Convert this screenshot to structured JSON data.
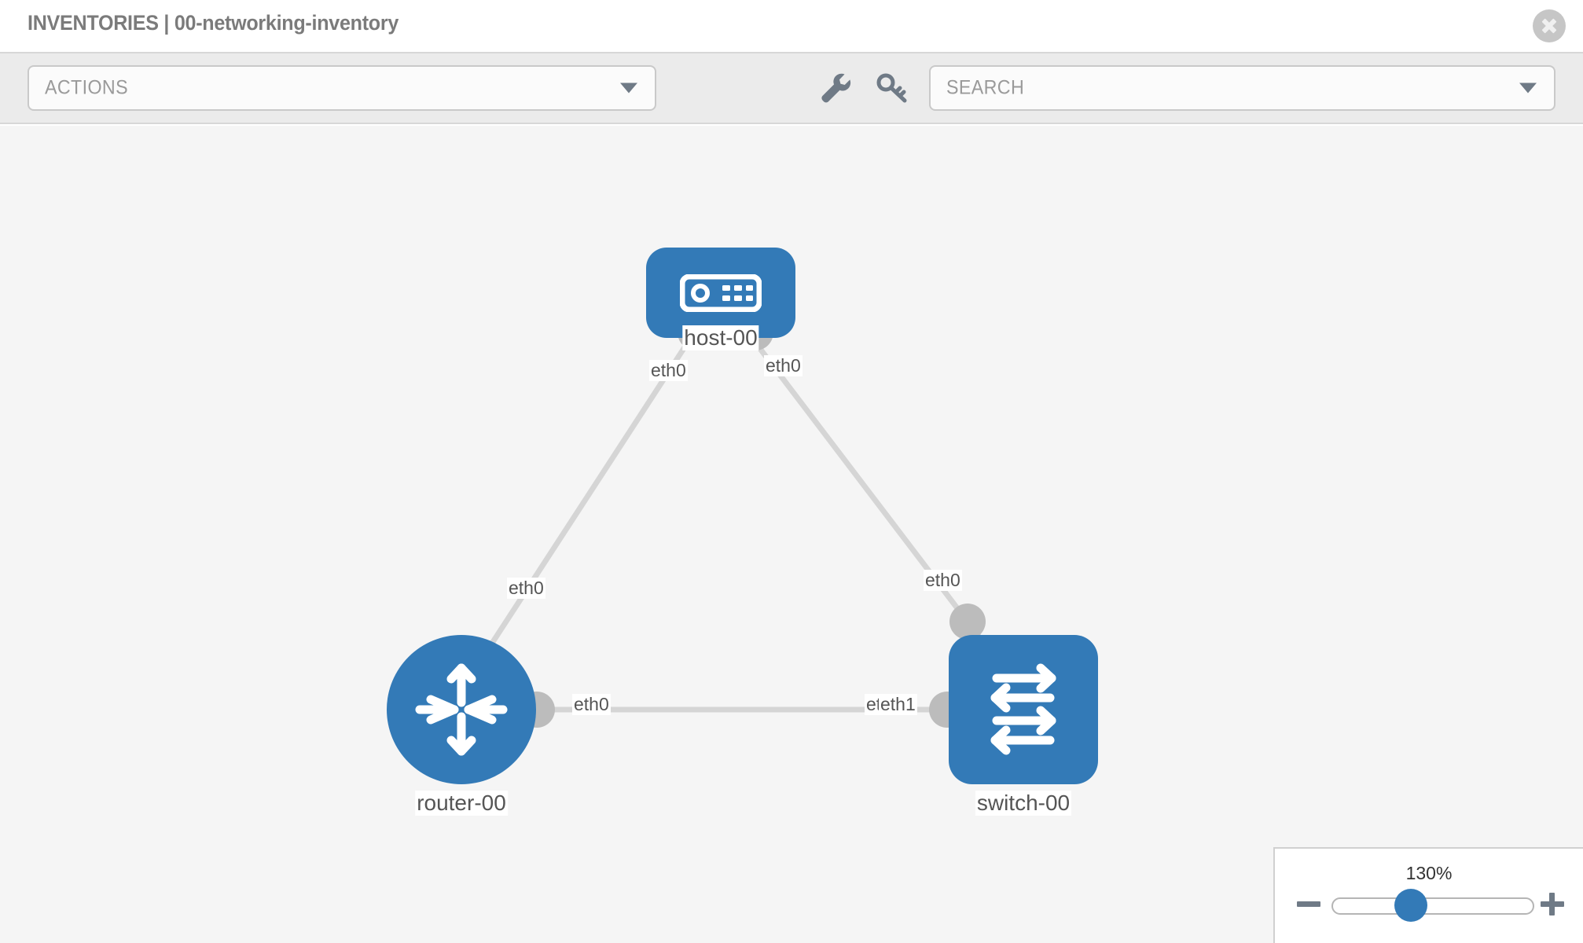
{
  "header": {
    "title": "INVENTORIES | 00-networking-inventory",
    "close_icon": "close-circle-icon"
  },
  "toolbar": {
    "actions_label": "ACTIONS",
    "actions_caret_icon": "chevron-down-icon",
    "wrench_icon": "wrench-icon",
    "key_icon": "key-icon",
    "search_placeholder": "SEARCH",
    "search_value": "",
    "search_caret_icon": "chevron-down-icon"
  },
  "topology": {
    "nodes": [
      {
        "id": "host-00",
        "label": "host-00",
        "type": "host",
        "icon": "server-icon",
        "color": "#337ab7"
      },
      {
        "id": "router-00",
        "label": "router-00",
        "type": "router",
        "icon": "router-arrows-icon",
        "color": "#337ab7"
      },
      {
        "id": "switch-00",
        "label": "switch-00",
        "type": "switch",
        "icon": "switch-arrows-icon",
        "color": "#337ab7"
      }
    ],
    "interfaces": {
      "host_left": "eth0",
      "host_right": "eth0",
      "router_up": "eth0",
      "router_right": "eth0",
      "switch_up": "eth0",
      "switch_left_a": "eth",
      "switch_left_b": "eth1"
    },
    "links": [
      {
        "from": "host-00",
        "from_iface": "eth0",
        "to": "router-00",
        "to_iface": "eth0"
      },
      {
        "from": "host-00",
        "from_iface": "eth0",
        "to": "switch-00",
        "to_iface": "eth0"
      },
      {
        "from": "router-00",
        "from_iface": "eth0",
        "to": "switch-00",
        "to_iface": "eth1"
      }
    ]
  },
  "zoom": {
    "value_label": "130%",
    "minus_label": "minus-button",
    "plus_label": "plus-button",
    "percent": 130
  },
  "colors": {
    "node_blue": "#337ab7",
    "port_gray": "#bcbcbc",
    "edge_gray": "#d5d5d5",
    "canvas_bg": "#f5f5f5",
    "toolbar_bg": "#ebebeb"
  }
}
